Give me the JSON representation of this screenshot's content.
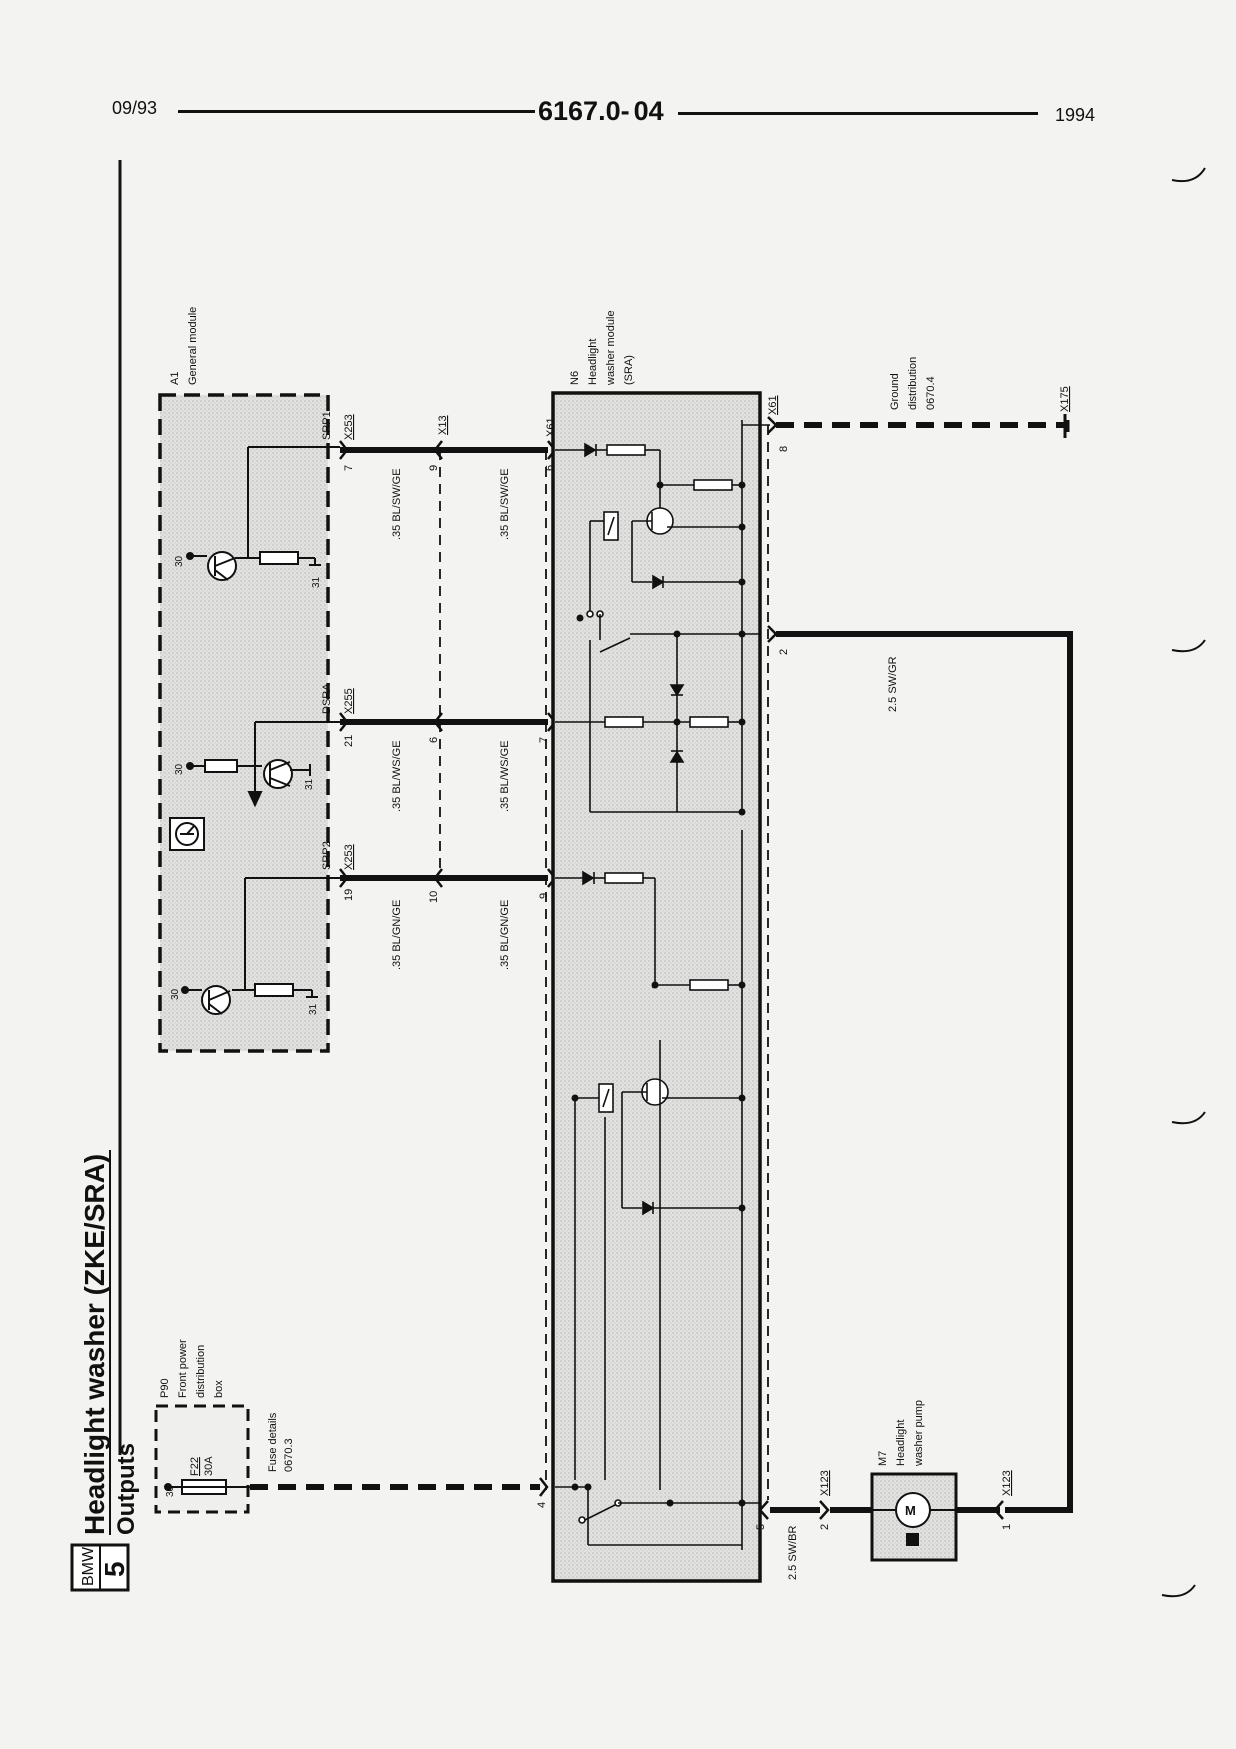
{
  "header": {
    "date": "09/93",
    "doc_number": "6167.0-",
    "doc_suffix": "04",
    "year": "1994"
  },
  "title": {
    "brand_top": "BMW",
    "brand_series": "5",
    "main": "Headlight washer (ZKE/SRA)",
    "sub": "Outputs"
  },
  "components": {
    "a1": {
      "id": "A1",
      "name": "General module"
    },
    "n6": {
      "id": "N6",
      "line1": "Headlight",
      "line2": "washer module",
      "line3": "(SRA)"
    },
    "p90": {
      "id": "P90",
      "line1": "Front power",
      "line2": "distribution",
      "line3": "box"
    },
    "fuse": {
      "id": "F22",
      "rating": "30A",
      "note1": "Fuse details",
      "note2": "0670.3"
    },
    "m7": {
      "id": "M7",
      "line1": "Headlight",
      "line2": "washer pump"
    },
    "ground": {
      "line1": "Ground",
      "line2": "distribution",
      "line3": "0670.4",
      "connector": "X175"
    }
  },
  "signals": {
    "srp1": "SRP1",
    "dsra": "DSRA",
    "srp2": "SRP2"
  },
  "connectors": {
    "x253": "X253",
    "x255": "X255",
    "x13": "X13",
    "x61": "X61",
    "x123": "X123"
  },
  "pins": {
    "a1_srp1": "7",
    "x13_srp1": "9",
    "x61_srp1": "6",
    "a1_dsra": "21",
    "x13_dsra": "6",
    "x61_dsra": "7",
    "a1_srp2": "19",
    "x13_srp2": "10",
    "x61_srp2": "9",
    "x61_gnd": "8",
    "x61_pump": "2",
    "n6_in": "4",
    "n6_out": "5",
    "m7_a": "2",
    "m7_b": "1",
    "t30": "30",
    "t31": "31"
  },
  "wires": {
    "w_srp1": ".35 BL/SW/GE",
    "w_dsra": ".35 BL/WS/GE",
    "w_srp2": ".35 BL/GN/GE",
    "w_pump_gr": "2.5 SW/GR",
    "w_pump_br": "2.5 SW/BR"
  }
}
